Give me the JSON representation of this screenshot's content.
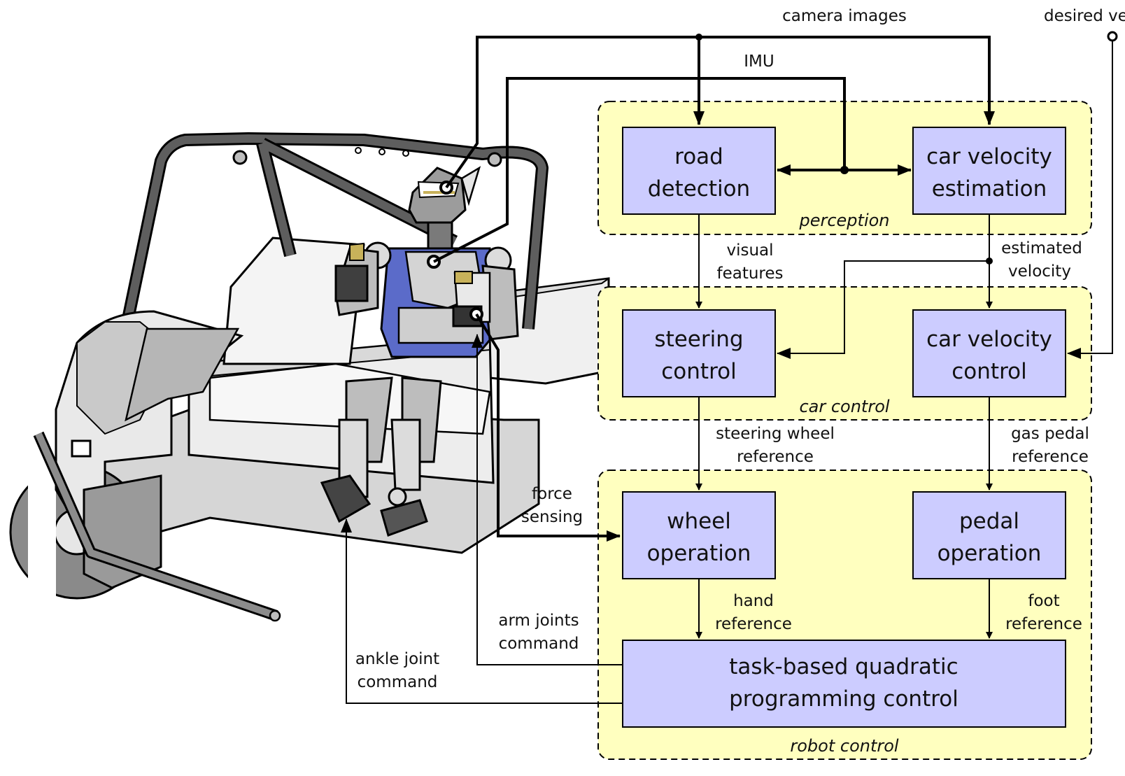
{
  "diagram": {
    "groups": {
      "perception": "perception",
      "car_control": "car control",
      "robot_control": "robot control"
    },
    "blocks": {
      "road_detection": [
        "road",
        "detection"
      ],
      "car_velocity_estimation": [
        "car velocity",
        "estimation"
      ],
      "steering_control": [
        "steering",
        "control"
      ],
      "car_velocity_control": [
        "car velocity",
        "control"
      ],
      "wheel_operation": [
        "wheel",
        "operation"
      ],
      "pedal_operation": [
        "pedal",
        "operation"
      ],
      "qp_control": [
        "task-based quadratic",
        "programming control"
      ]
    },
    "signals": {
      "camera_images": "camera images",
      "desired_velocity": "desired ve",
      "imu": "IMU",
      "visual_features": [
        "visual",
        "features"
      ],
      "estimated_velocity": [
        "estimated",
        "velocity"
      ],
      "steering_wheel_reference": [
        "steering wheel",
        "reference"
      ],
      "gas_pedal_reference": [
        "gas pedal",
        "reference"
      ],
      "force_sensing": [
        "force",
        "sensing"
      ],
      "hand_reference": [
        "hand",
        "reference"
      ],
      "foot_reference": [
        "foot",
        "reference"
      ],
      "arm_joints_command": [
        "arm joints",
        "command"
      ],
      "ankle_joint_command": [
        "ankle joint",
        "command"
      ]
    },
    "colors": {
      "group_fill": "#ffffbf",
      "block_fill": "#ccccff",
      "robot_blue": "#5b6bc9",
      "robot_gray": "#a6a6a6",
      "frame_gray": "#5e5e5e"
    }
  }
}
